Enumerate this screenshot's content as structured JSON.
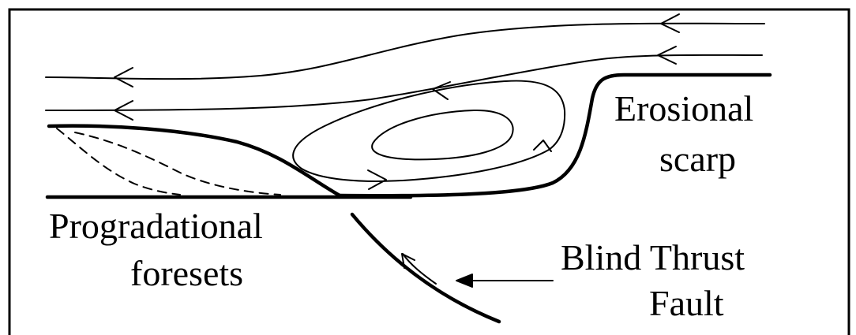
{
  "labels": {
    "erosional_line1": "Erosional",
    "erosional_line2": "scarp",
    "progradational_line1": "Progradational",
    "progradational_line2": "foresets",
    "blind_thrust_line1": "Blind Thrust",
    "blind_thrust_line2": "Fault"
  },
  "colors": {
    "ink": "#000000",
    "background": "#ffffff"
  }
}
